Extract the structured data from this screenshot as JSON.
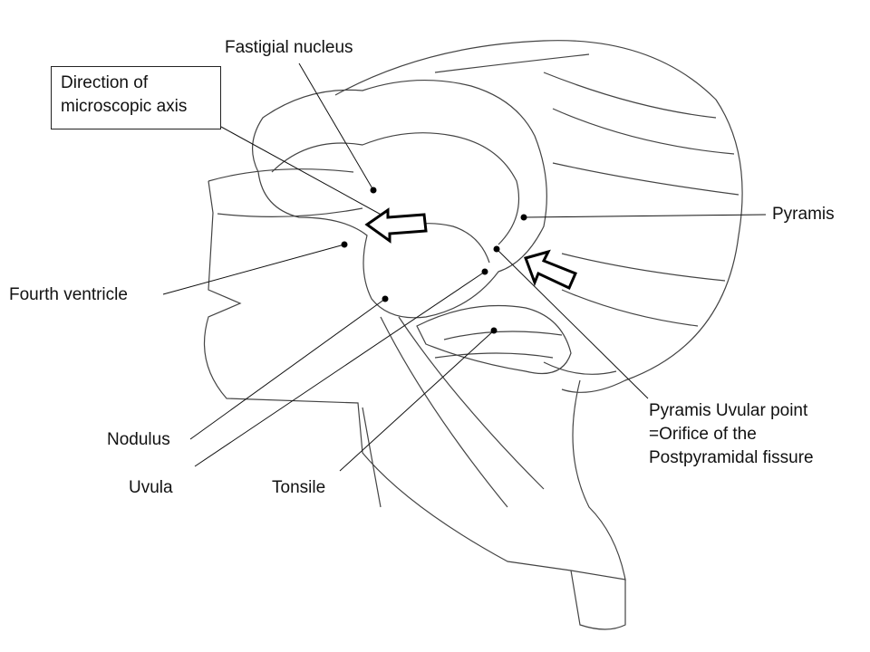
{
  "labels": {
    "fastigial": "Fastigial nucleus",
    "direction_line1": "Direction of",
    "direction_line2": "microscopic axis",
    "pyramis": "Pyramis",
    "fourth_ventricle": "Fourth ventricle",
    "nodulus": "Nodulus",
    "uvula": "Uvula",
    "tonsile": "Tonsile",
    "pu_line1": "Pyramis Uvular point",
    "pu_line2": "=Orifice of the",
    "pu_line3": "Postpyramidal fissure"
  }
}
